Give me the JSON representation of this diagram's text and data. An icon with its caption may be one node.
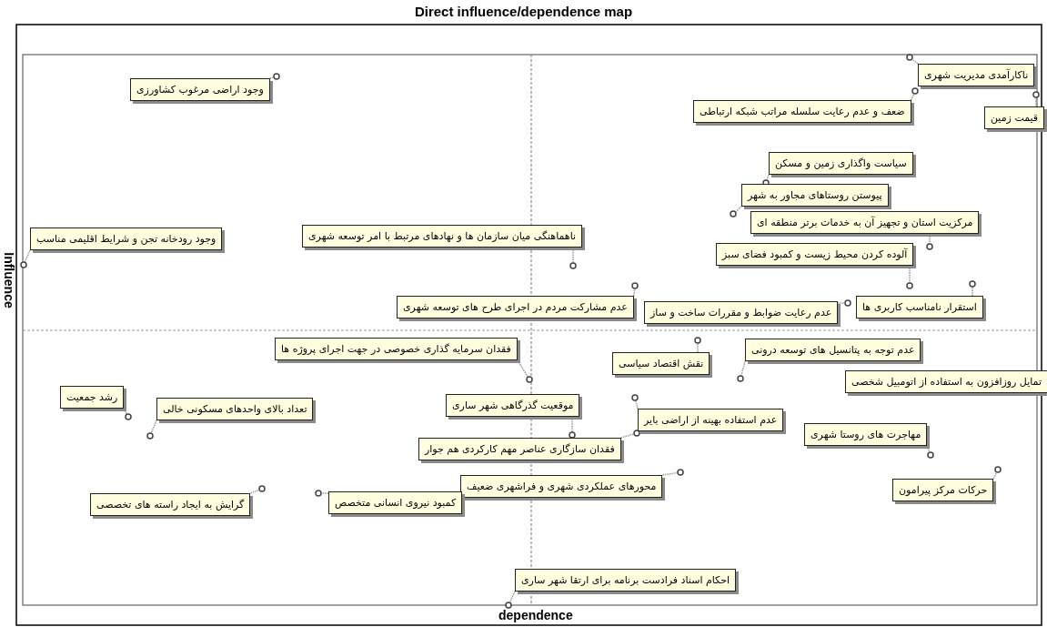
{
  "diagram": {
    "title": "Direct influence/dependence map",
    "nodes": [
      {
        "text": [
          "ناکارآمدی مدیریت شهری"
        ]
      },
      {
        "text": [
          "قیمت زمین"
        ]
      },
      {
        "text": [
          "ضعف و عدم رعایت سلسله مراتب شبکه ارتباطی"
        ]
      },
      {
        "text": [
          "وجود اراضی مرغوب کشاورزی"
        ]
      },
      {
        "text": [
          "سیاست واگذاری زمین و مسکن"
        ]
      },
      {
        "text": [
          "پیوستن روستاهای مجاور به شهر"
        ]
      },
      {
        "text": [
          "مرکزیت استان و تجهیز آن به خدمات برتر منطقه ای"
        ]
      },
      {
        "text": [
          "آلوده کردن محیط زیست و کمبود فضای سبز"
        ]
      },
      {
        "text": [
          "استقرار نامناسب کاربری ها"
        ]
      },
      {
        "text": [
          "عدم رعایت ضوابط و مقررات ساخت و ساز"
        ]
      },
      {
        "text": [
          "ناهماهنگی میان سازمان ها و نهادهای مرتبط با امر توسعه شهری"
        ]
      },
      {
        "text": [
          "عدم مشارکت مردم در اجرای طرح های توسعه شهری"
        ]
      },
      {
        "text": [
          "وجود رودخانه تجن و شرایط اقلیمی مناسب"
        ]
      },
      {
        "text": [
          "فقدان سرمایه گذاری خصوصی در جهت اجرای پروژه ها"
        ]
      },
      {
        "text": [
          "نقش اقتصاد سیاسی"
        ]
      },
      {
        "text": [
          "عدم توجه به پتانسیل های توسعه درونی"
        ]
      },
      {
        "text": [
          "تمایل روزافزون به استفاده از اتومبیل شخصی"
        ]
      },
      {
        "text": [
          "رشد جمعیت"
        ]
      },
      {
        "text": [
          "تعداد بالای واحدهای مسکونی خالی"
        ]
      },
      {
        "text": [
          "موقعیت گذرگاهی شهر ساری"
        ]
      },
      {
        "text": [
          "عدم استفاده بهینه از اراضی بایر"
        ]
      },
      {
        "text": [
          "فقدان سازگاری عناصر مهم کارکردی هم جوار"
        ]
      },
      {
        "text": [
          "محورهای عملکردی شهری و فراشهری ضعیف"
        ]
      },
      {
        "text": [
          "مهاجرت های روستا شهری"
        ]
      },
      {
        "text": [
          "حرکات مرکز پیرامون"
        ]
      },
      {
        "text": [
          "گرایش به ایجاد راسته های تخصصی"
        ]
      },
      {
        "text": [
          "کمبود نیروی انسانی متخصص"
        ]
      },
      {
        "text": [
          "احکام اسناد فرادست برنامه برای ارتقا شهر ساری"
        ]
      },
      {
        "text": [],
        "shape": "circle"
      },
      {
        "text": [],
        "shape": "circle"
      },
      {
        "text": [],
        "shape": "circle"
      },
      {
        "text": [],
        "shape": "circle"
      },
      {
        "text": [],
        "shape": "circle"
      },
      {
        "text": [],
        "shape": "circle"
      },
      {
        "text": [],
        "shape": "circle"
      },
      {
        "text": [],
        "shape": "circle"
      },
      {
        "text": [],
        "shape": "circle"
      },
      {
        "text": [],
        "shape": "circle"
      },
      {
        "text": [],
        "shape": "circle"
      },
      {
        "text": [],
        "shape": "circle"
      },
      {
        "text": [],
        "shape": "circle"
      },
      {
        "text": [],
        "shape": "circle"
      },
      {
        "text": [],
        "shape": "circle"
      },
      {
        "text": [],
        "shape": "circle"
      },
      {
        "text": [],
        "shape": "circle"
      },
      {
        "text": [],
        "shape": "circle"
      },
      {
        "text": [],
        "shape": "circle"
      },
      {
        "text": [],
        "shape": "circle"
      },
      {
        "text": [],
        "shape": "circle"
      },
      {
        "text": [],
        "shape": "circle"
      },
      {
        "text": [],
        "shape": "circle"
      },
      {
        "text": [],
        "shape": "circle"
      },
      {
        "text": [],
        "shape": "circle"
      },
      {
        "text": [],
        "shape": "circle"
      },
      {
        "text": [],
        "shape": "circle"
      }
    ],
    "edges": [
      {
        "from": 0,
        "to": 28,
        "arrow": "none"
      },
      {
        "from": 1,
        "to": 29,
        "arrow": "none"
      },
      {
        "from": 2,
        "to": 30,
        "arrow": "none"
      },
      {
        "from": 3,
        "to": 31,
        "arrow": "none"
      },
      {
        "from": 4,
        "to": 32,
        "arrow": "none"
      },
      {
        "from": 5,
        "to": 33,
        "arrow": "none"
      },
      {
        "from": 6,
        "to": 34,
        "arrow": "none"
      },
      {
        "from": 7,
        "to": 35,
        "arrow": "none"
      },
      {
        "from": 8,
        "to": 36,
        "arrow": "none"
      },
      {
        "from": 9,
        "to": 37,
        "arrow": "none"
      },
      {
        "from": 10,
        "to": 38,
        "arrow": "none"
      },
      {
        "from": 11,
        "to": 39,
        "arrow": "none"
      },
      {
        "from": 12,
        "to": 40,
        "arrow": "none"
      },
      {
        "from": 13,
        "to": 41,
        "arrow": "none"
      },
      {
        "from": 14,
        "to": 42,
        "arrow": "none"
      },
      {
        "from": 15,
        "to": 43,
        "arrow": "none"
      },
      {
        "from": 17,
        "to": 44,
        "arrow": "none"
      },
      {
        "from": 18,
        "to": 45,
        "arrow": "none"
      },
      {
        "from": 19,
        "to": 46,
        "arrow": "none"
      },
      {
        "from": 20,
        "to": 47,
        "arrow": "none"
      },
      {
        "from": 21,
        "to": 48,
        "arrow": "none"
      },
      {
        "from": 22,
        "to": 49,
        "arrow": "none"
      },
      {
        "from": 23,
        "to": 50,
        "arrow": "none"
      },
      {
        "from": 24,
        "to": 51,
        "arrow": "none"
      },
      {
        "from": 25,
        "to": 52,
        "arrow": "none"
      },
      {
        "from": 26,
        "to": 53,
        "arrow": "none"
      },
      {
        "from": 27,
        "to": 54,
        "arrow": "none"
      }
    ],
    "labels": [
      "Influence",
      "dependence"
    ]
  }
}
